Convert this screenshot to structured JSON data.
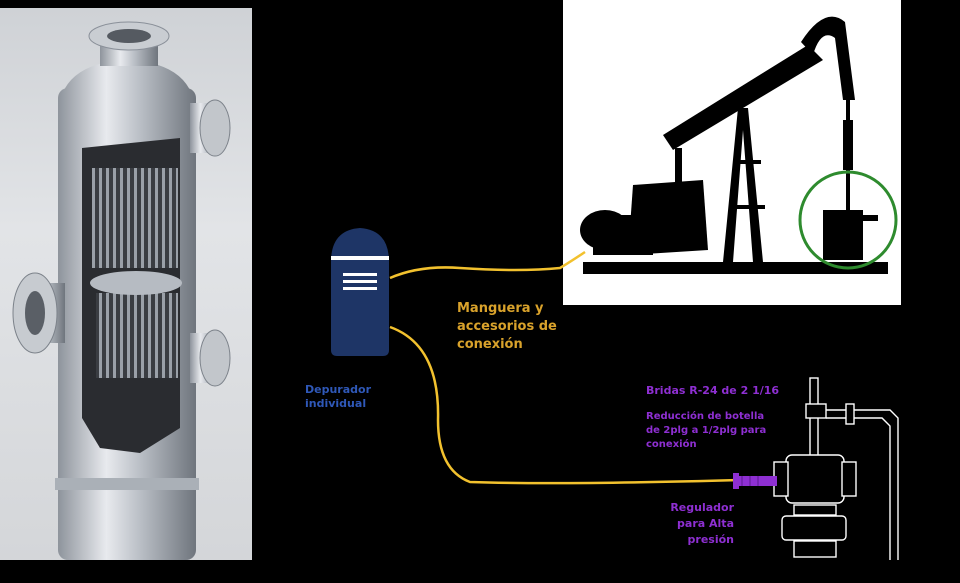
{
  "labels": {
    "hose": "Manguera y accesorios de conexión",
    "scrubber": "Depurador individual",
    "flanges": "Bridas R-24 de 2 1/16",
    "reduction": "Reducción de botella de 2plg a 1/2plg para conexión",
    "regulator": "Regulador para Alta presión"
  },
  "colors": {
    "hose": "#f2c12e",
    "hose_label": "#d9a22b",
    "scrubber_body": "#1e3566",
    "scrubber_label": "#2f58b8",
    "annotation": "#8e2fd2",
    "wellhead_circle": "#2e8b2e"
  }
}
